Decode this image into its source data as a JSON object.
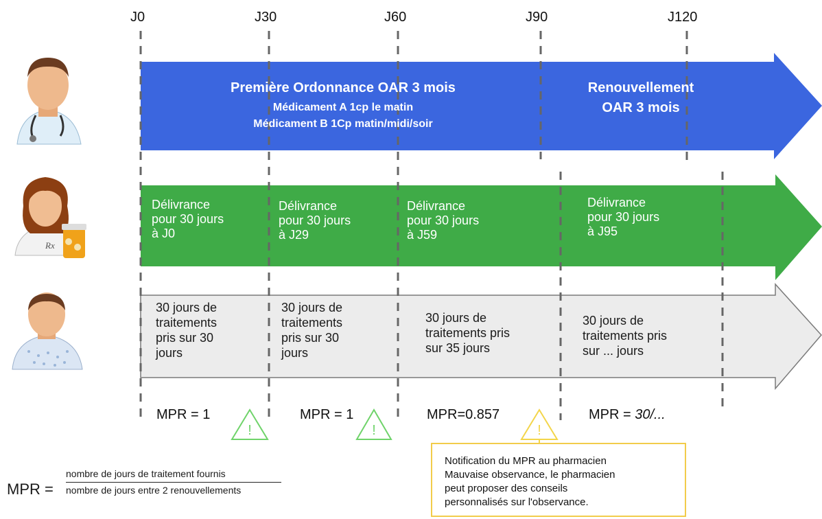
{
  "timeline": {
    "days": [
      "J0",
      "J30",
      "J60",
      "J90",
      "J120"
    ]
  },
  "prescription": {
    "first_title": "Première Ordonnance OAR 3 mois",
    "first_line1": "Médicament A 1cp le matin",
    "first_line2": "Médicament B 1Cp matin/midi/soir",
    "renewal_line1": "Renouvellement",
    "renewal_line2": "OAR 3 mois",
    "color": "#3b66df"
  },
  "deliveries": [
    {
      "line1": "Délivrance",
      "line2": "pour 30 jours",
      "line3": "à J0"
    },
    {
      "line1": "Délivrance",
      "line2": "pour 30 jours",
      "line3": "à J29"
    },
    {
      "line1": "Délivrance",
      "line2": "pour 30 jours",
      "line3": "à J59"
    },
    {
      "line1": "Délivrance",
      "line2": "pour 30 jours",
      "line3": "à J95"
    }
  ],
  "delivery_color": "#3fab47",
  "treatments": [
    {
      "lines": [
        "30 jours de",
        "traitements",
        "pris sur 30",
        "jours"
      ]
    },
    {
      "lines": [
        "30 jours de",
        "traitements",
        "pris sur 30",
        "jours"
      ]
    },
    {
      "lines": [
        "30 jours de",
        "traitements pris",
        "sur 35 jours"
      ]
    },
    {
      "lines": [
        "30 jours de",
        "traitements pris",
        "sur ... jours"
      ]
    }
  ],
  "treatment_color": "#ececec",
  "mpr": {
    "v1": "MPR = 1",
    "v2": "MPR = 1",
    "v3": "MPR=0.857",
    "v4_prefix": "MPR = ",
    "v4_value": "30/..."
  },
  "warning_icons": [
    {
      "name": "warning-icon",
      "color": "#6fd36a"
    },
    {
      "name": "warning-icon",
      "color": "#6fd36a"
    },
    {
      "name": "warning-icon",
      "color": "#f3d54a"
    }
  ],
  "notification": {
    "line1": "Notification du MPR au pharmacien",
    "line2": "Mauvaise observance, le pharmacien",
    "line3": "peut proposer des conseils",
    "line4": "personnalisés sur l'observance."
  },
  "formula": {
    "lhs": "MPR =",
    "numerator": "nombre de jours de traitement fournis",
    "denominator": "nombre de jours entre 2 renouvellements"
  },
  "actors": [
    {
      "name": "doctor-icon"
    },
    {
      "name": "pharmacist-icon"
    },
    {
      "name": "patient-icon"
    }
  ]
}
